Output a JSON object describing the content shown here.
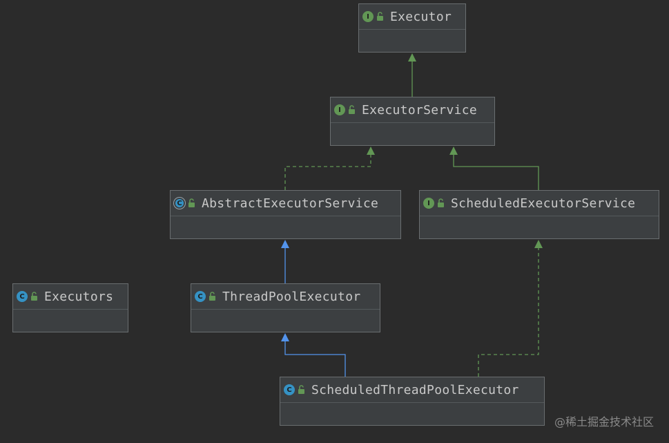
{
  "diagram": {
    "nodes": [
      {
        "id": "executor",
        "name": "Executor",
        "kind": "interface",
        "badge": "I"
      },
      {
        "id": "executor-service",
        "name": "ExecutorService",
        "kind": "interface",
        "badge": "I"
      },
      {
        "id": "abstract-executor-service",
        "name": "AbstractExecutorService",
        "kind": "abstract-class",
        "badge": "C"
      },
      {
        "id": "scheduled-executor-service",
        "name": "ScheduledExecutorService",
        "kind": "interface",
        "badge": "I"
      },
      {
        "id": "executors",
        "name": "Executors",
        "kind": "class",
        "badge": "C"
      },
      {
        "id": "thread-pool-executor",
        "name": "ThreadPoolExecutor",
        "kind": "class",
        "badge": "C"
      },
      {
        "id": "scheduled-thread-pool-executor",
        "name": "ScheduledThreadPoolExecutor",
        "kind": "class",
        "badge": "C"
      }
    ],
    "edges": [
      {
        "from": "executor-service",
        "to": "executor",
        "relation": "extends",
        "style": "solid",
        "color": "#629755"
      },
      {
        "from": "abstract-executor-service",
        "to": "executor-service",
        "relation": "implements",
        "style": "dashed",
        "color": "#629755"
      },
      {
        "from": "scheduled-executor-service",
        "to": "executor-service",
        "relation": "extends",
        "style": "solid",
        "color": "#629755"
      },
      {
        "from": "thread-pool-executor",
        "to": "abstract-executor-service",
        "relation": "extends",
        "style": "solid",
        "color": "#5394ec"
      },
      {
        "from": "scheduled-thread-pool-executor",
        "to": "thread-pool-executor",
        "relation": "extends",
        "style": "solid",
        "color": "#5394ec"
      },
      {
        "from": "scheduled-thread-pool-executor",
        "to": "scheduled-executor-service",
        "relation": "implements",
        "style": "dashed",
        "color": "#629755"
      }
    ]
  },
  "colors": {
    "background": "#2b2b2b",
    "node_fill": "#3c3f41",
    "interface_badge": "#629755",
    "class_badge": "#3592c4",
    "implementation_arrow": "#629755",
    "inheritance_arrow": "#5394ec"
  },
  "icons": {
    "visibility": "open-lock-icon"
  },
  "watermark": "@稀土掘金技术社区"
}
